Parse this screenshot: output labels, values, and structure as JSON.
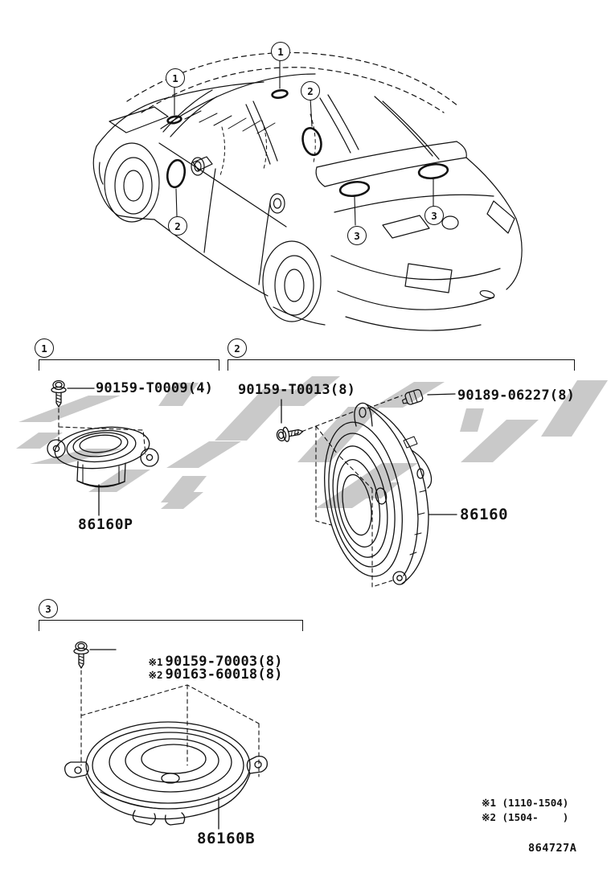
{
  "diagram": {
    "doc_number": "864727A",
    "car_callouts": [
      {
        "label": "1"
      },
      {
        "label": "1"
      },
      {
        "label": "2"
      },
      {
        "label": "2"
      },
      {
        "label": "3"
      },
      {
        "label": "3"
      }
    ],
    "sections": [
      {
        "number": "1",
        "parts": [
          {
            "code": "90159-T0009(4)"
          }
        ],
        "speaker": "86160P"
      },
      {
        "number": "2",
        "parts": [
          {
            "code": "90159-T0013(8)"
          },
          {
            "code": "90189-06227(8)"
          }
        ],
        "speaker": "86160"
      },
      {
        "number": "3",
        "parts": [
          {
            "prefix": "※1",
            "code": "90159-70003(8)"
          },
          {
            "prefix": "※2",
            "code": "90163-60018(8)"
          }
        ],
        "speaker": "86160B"
      }
    ],
    "notes": [
      {
        "text": "※1 (1110-1504)"
      },
      {
        "text": "※2 (1504-    )"
      }
    ],
    "colors": {
      "line": "#111111",
      "watermark": "#c9c9c9"
    }
  }
}
